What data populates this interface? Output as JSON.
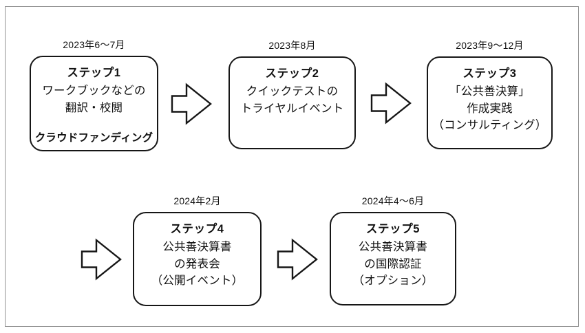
{
  "diagram": {
    "kind": "process-flow",
    "rows": 2,
    "arrow_count": 4,
    "colors": {
      "background": "#ffffff",
      "box_border": "#161616",
      "text": "#111111",
      "frame_border": "#919191"
    }
  },
  "steps": [
    {
      "date": "2023年6〜7月",
      "title": "ステップ1",
      "lines": [
        "ワークブックなどの",
        "翻訳・校閲"
      ],
      "footer": "クラウドファンディング"
    },
    {
      "date": "2023年8月",
      "title": "ステップ2",
      "lines": [
        "クイックテストの",
        "トライヤルイベント"
      ]
    },
    {
      "date": "2023年9〜12月",
      "title": "ステップ3",
      "lines": [
        "「公共善決算」",
        "作成実践",
        "（コンサルティング）"
      ]
    },
    {
      "date": "2024年2月",
      "title": "ステップ4",
      "lines": [
        "公共善決算書",
        "の発表会",
        "（公開イベント）"
      ]
    },
    {
      "date": "2024年4〜6月",
      "title": "ステップ5",
      "lines": [
        "公共善決算書",
        "の国際認証",
        "（オプション）"
      ]
    }
  ]
}
